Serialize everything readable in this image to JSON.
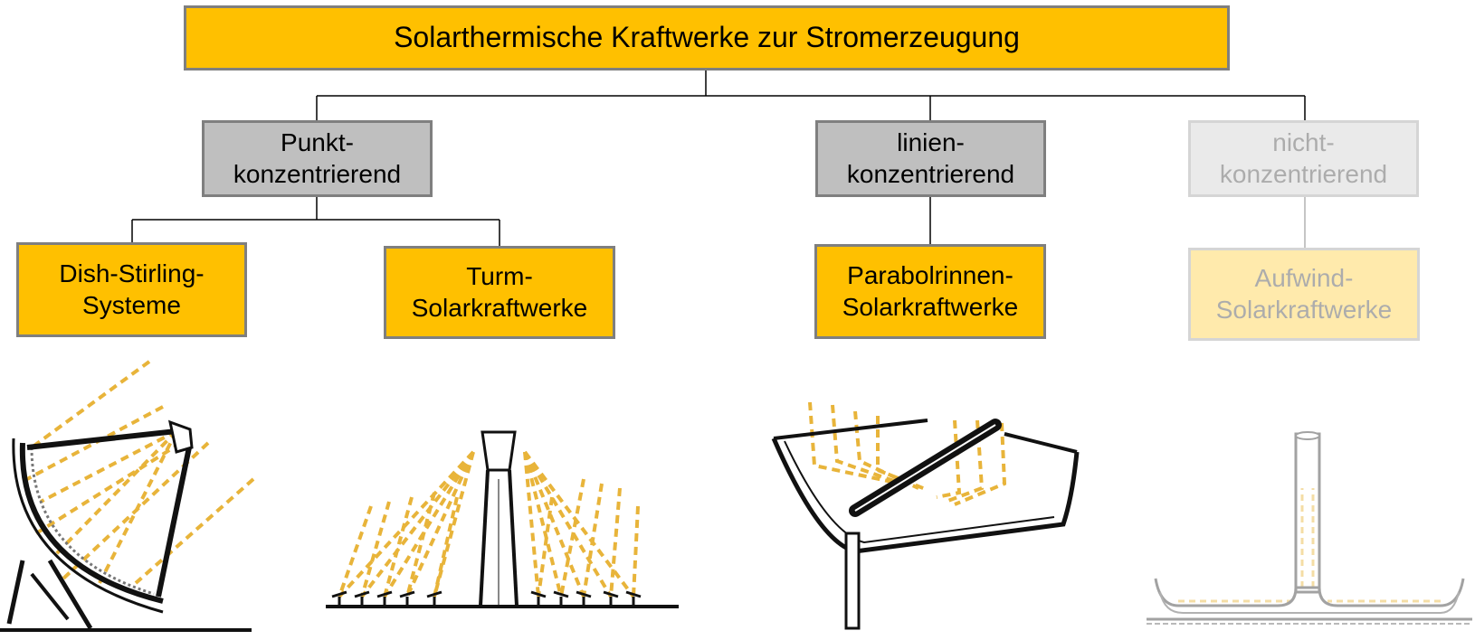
{
  "root": {
    "label": "Solarthermische Kraftwerke zur Stromerzeugung"
  },
  "categories": [
    {
      "line1": "Punkt-",
      "line2": "konzentrierend"
    },
    {
      "line1": "linien-",
      "line2": "konzentrierend"
    },
    {
      "line1": "nicht-",
      "line2": "konzentrierend"
    }
  ],
  "systems": [
    {
      "line1": "Dish-Stirling-",
      "line2": "Systeme"
    },
    {
      "line1": "Turm-",
      "line2": "Solarkraftwerke"
    },
    {
      "line1": "Parabolrinnen-",
      "line2": "Solarkraftwerke"
    },
    {
      "line1": "Aufwind-",
      "line2": "Solarkraftwerke"
    }
  ],
  "colors": {
    "accent": "#ffc000",
    "category": "#bfbfbf",
    "border": "#7f7f7f",
    "ray": "#e8b43a"
  },
  "illustrations": [
    "dish-stirling-icon",
    "solar-tower-icon",
    "parabolic-trough-icon",
    "solar-updraft-tower-icon"
  ]
}
